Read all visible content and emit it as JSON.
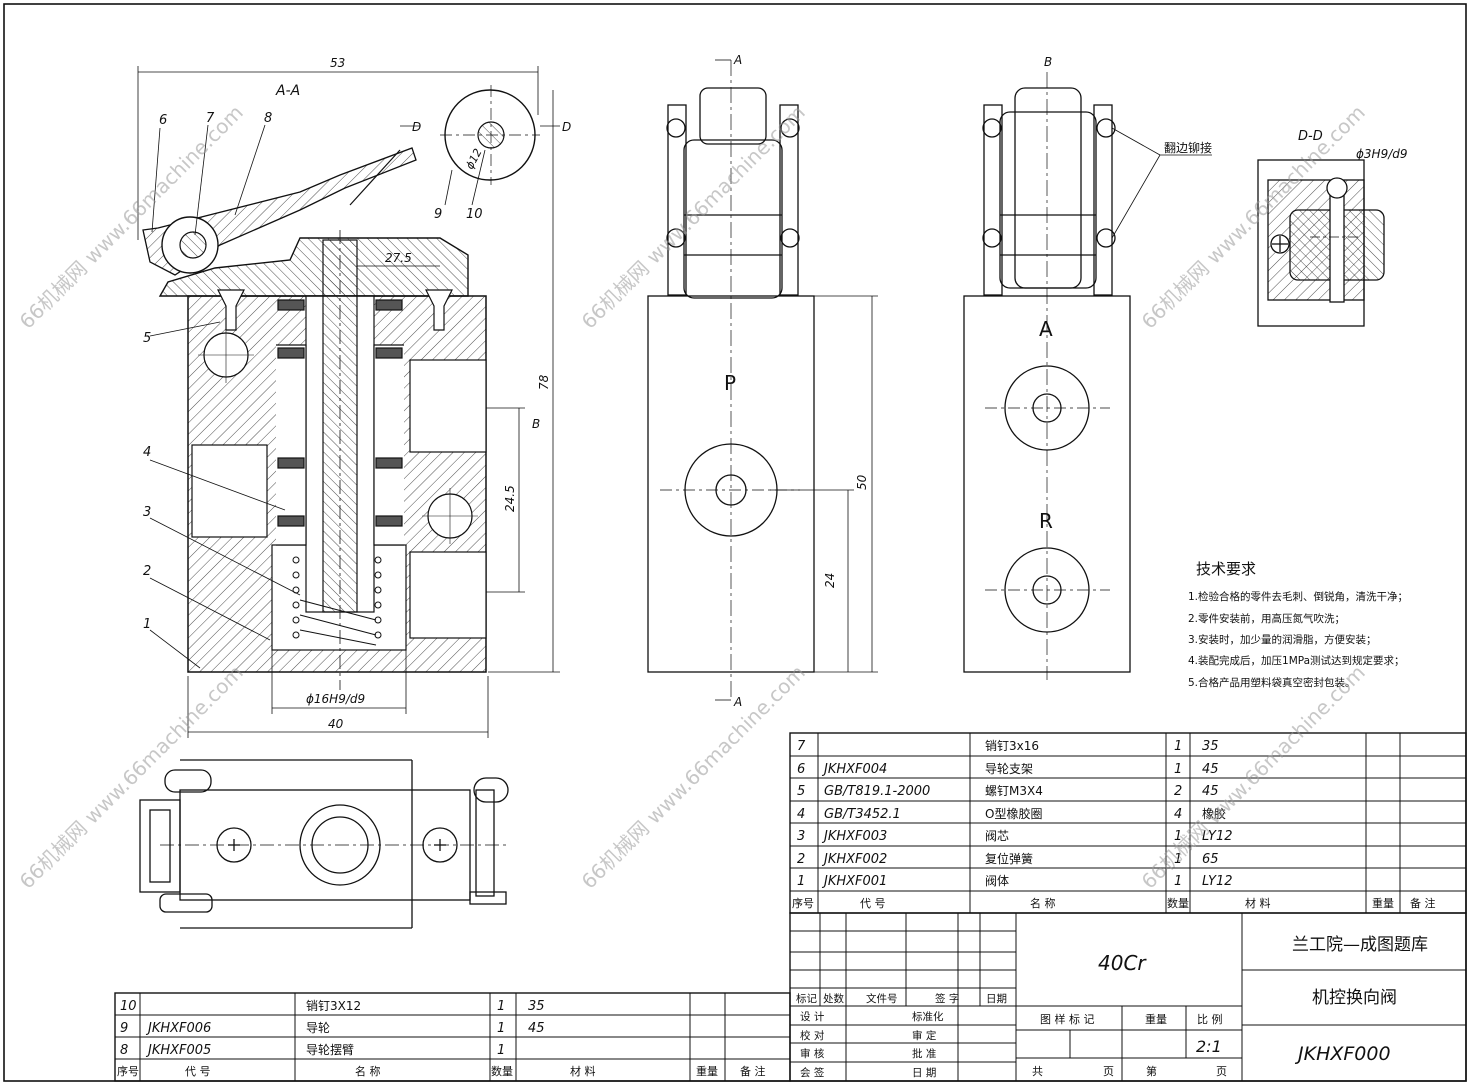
{
  "section_labels": {
    "aa_top": "A-A",
    "a_mark_top": "A",
    "a_mark_bottom": "A",
    "b_top": "B",
    "b_side": "B",
    "d_left": "D",
    "d_right": "D",
    "dd": "D-D"
  },
  "dimensions": {
    "d53": "53",
    "d78": "78",
    "d40": "40",
    "d27_5": "27.5",
    "d24_5": "24.5",
    "d50": "50",
    "d24": "24",
    "phi12": "ϕ12",
    "phi16": "ϕ16H9/d9",
    "phi3": "ϕ3H9/d9"
  },
  "balloons": [
    "1",
    "2",
    "3",
    "4",
    "5",
    "6",
    "7",
    "8",
    "9",
    "10"
  ],
  "port_labels": {
    "p": "P",
    "a": "A",
    "r": "R"
  },
  "callout_rivet": "翻边铆接",
  "tech_req": {
    "title": "技术要求",
    "items": [
      "1.检验合格的零件去毛刺、倒锐角，清洗干净；",
      "2.零件安装前，用高压氮气吹洗；",
      "3.安装时，加少量的润滑脂，方便安装；",
      "4.装配完成后，加压1MPa测试达到规定要求；",
      "5.合格产品用塑料袋真空密封包装。"
    ]
  },
  "bom_right": {
    "rows": [
      {
        "no": "7",
        "code": "",
        "name": "销钉3x16",
        "qty": "1",
        "mat": "35"
      },
      {
        "no": "6",
        "code": "JKHXF004",
        "name": "导轮支架",
        "qty": "1",
        "mat": "45"
      },
      {
        "no": "5",
        "code": "GB/T819.1-2000",
        "name": "螺钉M3X4",
        "qty": "2",
        "mat": "45"
      },
      {
        "no": "4",
        "code": "GB/T3452.1",
        "name": "O型橡胶圈",
        "qty": "4",
        "mat": "橡胶"
      },
      {
        "no": "3",
        "code": "JKHXF003",
        "name": "阀芯",
        "qty": "1",
        "mat": "LY12"
      },
      {
        "no": "2",
        "code": "JKHXF002",
        "name": "复位弹簧",
        "qty": "1",
        "mat": "65"
      },
      {
        "no": "1",
        "code": "JKHXF001",
        "name": "阀体",
        "qty": "1",
        "mat": "LY12"
      }
    ],
    "header": {
      "no": "序号",
      "code": "代 号",
      "name": "名 称",
      "qty": "数量",
      "mat": "材 料",
      "weight": "重量",
      "remark": "备 注"
    }
  },
  "bom_left": {
    "rows": [
      {
        "no": "10",
        "code": "",
        "name": "销钉3X12",
        "qty": "1",
        "mat": "35"
      },
      {
        "no": "9",
        "code": "JKHXF006",
        "name": "导轮",
        "qty": "1",
        "mat": "45"
      },
      {
        "no": "8",
        "code": "JKHXF005",
        "name": "导轮摆臂",
        "qty": "1",
        "mat": ""
      }
    ],
    "header": {
      "no": "序号",
      "code": "代 号",
      "name": "名 称",
      "qty": "数量",
      "mat": "材 料",
      "weight": "重量",
      "remark": "备 注"
    }
  },
  "title_block": {
    "material": "40Cr",
    "school": "兰工院—成图题库",
    "drawing_name": "机控换向阀",
    "drawing_no": "JKHXF000",
    "scale": "2:1",
    "row_labels": {
      "mark": "标记",
      "count": "处数",
      "file": "文件号",
      "sign": "签 字",
      "date": "日期",
      "design": "设 计",
      "check": "校 对",
      "review": "审 核",
      "countersign": "会 签",
      "standard": "标准化",
      "audit": "审 定",
      "approve": "批 准",
      "date2": "日 期"
    },
    "sample_mark": "图 样 标 记",
    "weight": "重量",
    "ratio": "比 例",
    "total": "共",
    "pages": "页",
    "sheet_no": "第",
    "page2": "页"
  },
  "watermark": "66机械网 www.66machine.com"
}
